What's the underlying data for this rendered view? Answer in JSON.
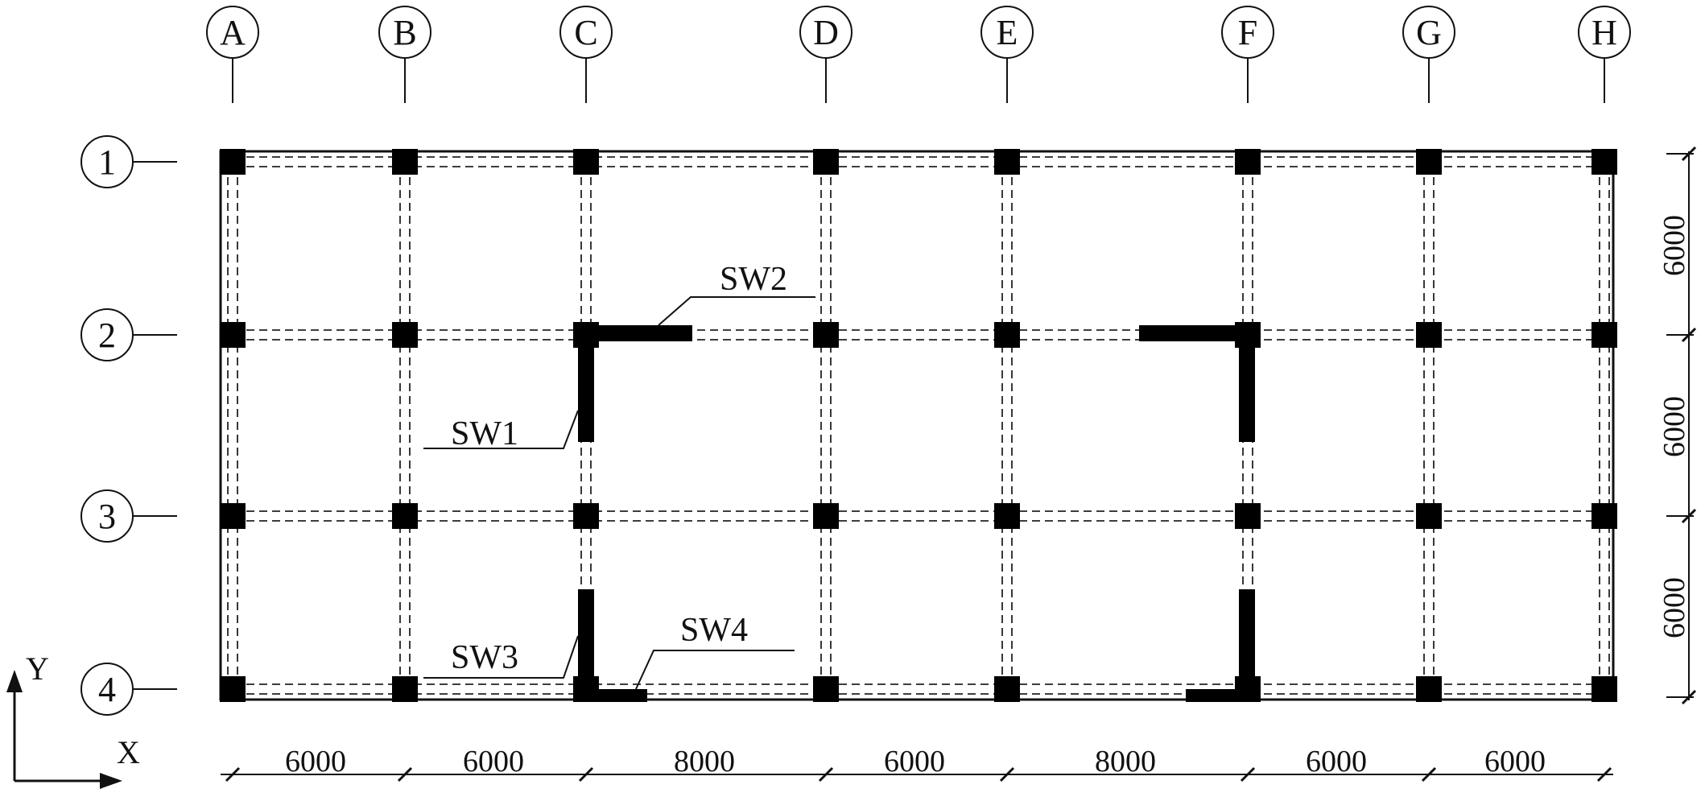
{
  "plan": {
    "grid_x": [
      {
        "label": "A"
      },
      {
        "label": "B"
      },
      {
        "label": "C"
      },
      {
        "label": "D"
      },
      {
        "label": "E"
      },
      {
        "label": "F"
      },
      {
        "label": "G"
      },
      {
        "label": "H"
      }
    ],
    "grid_y": [
      {
        "label": "1"
      },
      {
        "label": "2"
      },
      {
        "label": "3"
      },
      {
        "label": "4"
      }
    ],
    "spans_x": [
      "6000",
      "6000",
      "8000",
      "6000",
      "8000",
      "6000",
      "6000"
    ],
    "spans_y": [
      "6000",
      "6000",
      "6000"
    ],
    "walls": [
      {
        "label": "SW1"
      },
      {
        "label": "SW2"
      },
      {
        "label": "SW3"
      },
      {
        "label": "SW4"
      }
    ],
    "axes": {
      "x_label": "X",
      "y_label": "Y"
    },
    "colors": {
      "line": "#111111",
      "paper": "#ffffff"
    }
  }
}
